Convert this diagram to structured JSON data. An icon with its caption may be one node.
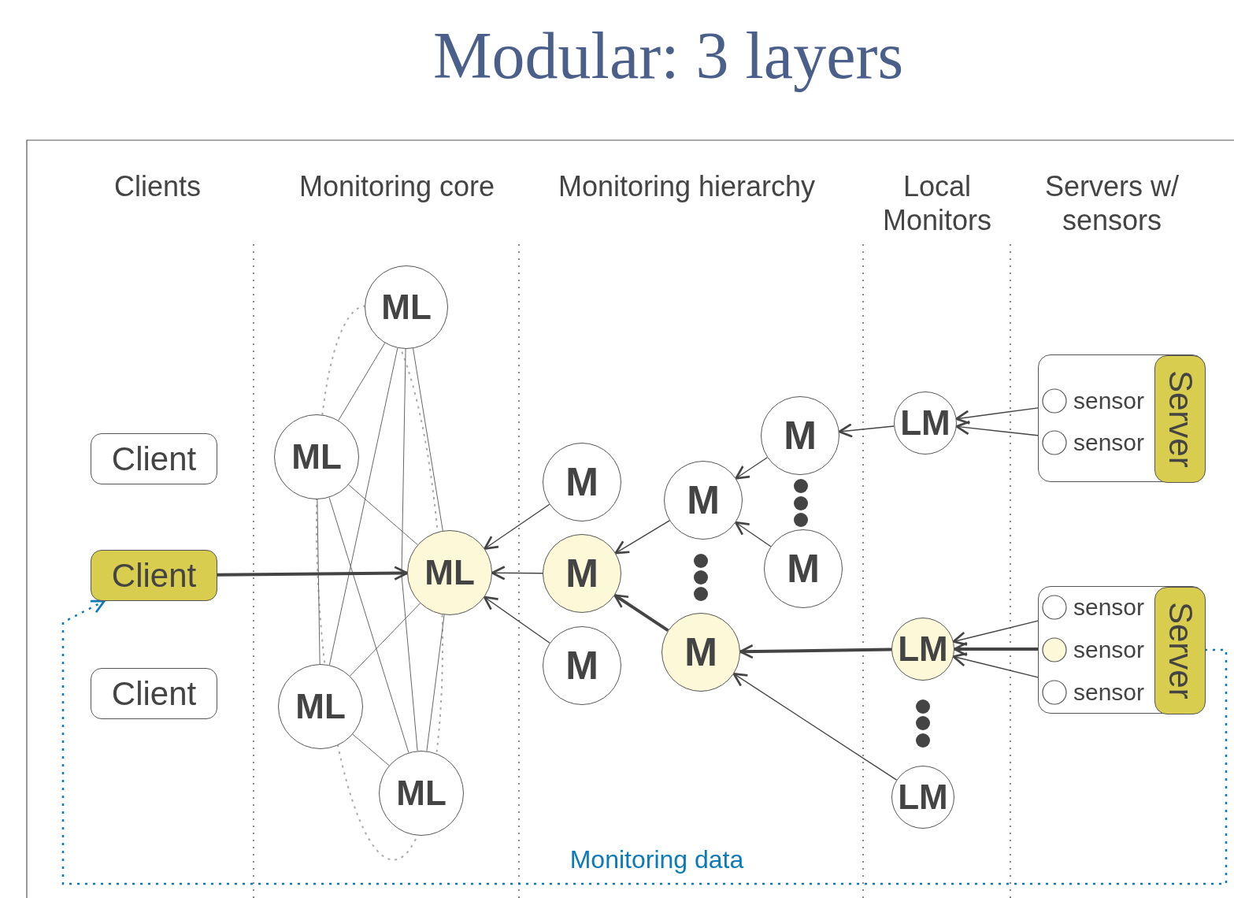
{
  "diagram": {
    "title": "Modular: 3 layers",
    "nodes": [
      {
        "text": [
          "Client"
        ]
      },
      {
        "text": [
          "Client"
        ]
      },
      {
        "text": [
          "Client"
        ]
      },
      {
        "text": [
          "ML"
        ]
      },
      {
        "text": [
          "ML"
        ]
      },
      {
        "text": [
          "ML"
        ]
      },
      {
        "text": [
          "ML"
        ]
      },
      {
        "text": [
          "ML"
        ]
      },
      {
        "text": [
          "M"
        ]
      },
      {
        "text": [
          "M"
        ]
      },
      {
        "text": [
          "M"
        ]
      },
      {
        "text": [
          "M"
        ]
      },
      {
        "text": [
          "M"
        ]
      },
      {
        "text": [
          "M"
        ]
      },
      {
        "text": [
          "M"
        ]
      },
      {
        "text": [
          "LM"
        ]
      },
      {
        "text": [
          "LM"
        ]
      },
      {
        "text": [
          "LM"
        ]
      },
      {
        "text": [],
        "shape": "box"
      },
      {
        "text": [
          "Server"
        ],
        "in": 18
      },
      {
        "text": [
          "sensor"
        ],
        "in": 18
      },
      {
        "text": [
          "sensor"
        ],
        "in": 18
      },
      {
        "text": [],
        "shape": "box"
      },
      {
        "text": [
          "Server"
        ],
        "in": 22
      },
      {
        "text": [
          "sensor"
        ],
        "in": 22
      },
      {
        "text": [
          "sensor"
        ],
        "in": 22
      },
      {
        "text": [
          "sensor"
        ],
        "in": 22
      }
    ],
    "edges": [
      {
        "from": 3,
        "to": 4,
        "arrow": "none"
      },
      {
        "from": 3,
        "to": 6,
        "arrow": "none"
      },
      {
        "from": 3,
        "to": 7,
        "arrow": "none"
      },
      {
        "from": 3,
        "to": 5,
        "arrow": "none"
      },
      {
        "from": 4,
        "to": 5,
        "arrow": "none"
      },
      {
        "from": 4,
        "to": 6,
        "arrow": "none"
      },
      {
        "from": 4,
        "to": 7,
        "arrow": "none"
      },
      {
        "from": 6,
        "to": 5,
        "arrow": "none"
      },
      {
        "from": 6,
        "to": 7,
        "arrow": "none"
      },
      {
        "from": 5,
        "to": 7,
        "arrow": "none"
      },
      {
        "from": 1,
        "to": 5,
        "arrow": "to",
        "style": "thick"
      },
      {
        "from": 8,
        "to": 5,
        "arrow": "to"
      },
      {
        "from": 9,
        "to": 5,
        "arrow": "to"
      },
      {
        "from": 10,
        "to": 5,
        "arrow": "to"
      },
      {
        "from": 11,
        "to": 9,
        "arrow": "to"
      },
      {
        "from": 12,
        "to": 9,
        "arrow": "to",
        "style": "thick"
      },
      {
        "from": 13,
        "to": 11,
        "arrow": "to"
      },
      {
        "from": 14,
        "to": 11,
        "arrow": "to"
      },
      {
        "from": 15,
        "to": 13,
        "arrow": "to"
      },
      {
        "from": 16,
        "to": 12,
        "arrow": "to",
        "style": "thick"
      },
      {
        "from": 17,
        "to": 12,
        "arrow": "to"
      },
      {
        "from": 20,
        "to": 15,
        "arrow": "to"
      },
      {
        "from": 21,
        "to": 15,
        "arrow": "to"
      },
      {
        "from": 24,
        "to": 16,
        "arrow": "to"
      },
      {
        "from": 25,
        "to": 16,
        "arrow": "to",
        "style": "thick"
      },
      {
        "from": 26,
        "to": 16,
        "arrow": "to"
      },
      {
        "from": 22,
        "to": 1,
        "arrow": "to",
        "style": "dashed",
        "color": "#0a7ab8",
        "label": "Monitoring data"
      }
    ],
    "labels": [
      "Clients",
      "Monitoring core",
      "Monitoring hierarchy",
      "Local Monitors",
      "Servers w/ sensors"
    ]
  }
}
